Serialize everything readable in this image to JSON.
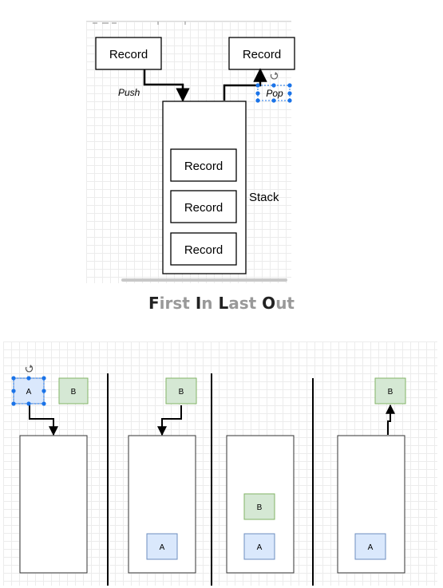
{
  "top_diagram": {
    "record_push": "Record",
    "record_pop": "Record",
    "push_label": "Push",
    "pop_label": "Pop",
    "stack_label": "Stack",
    "stack_records": [
      "Record",
      "Record",
      "Record"
    ]
  },
  "caption": {
    "f_cap": "F",
    "f_rest": "irst ",
    "i_cap": "I",
    "i_rest": "n ",
    "l_cap": "L",
    "l_rest": "ast ",
    "o_cap": "O",
    "o_rest": "ut"
  },
  "bottom_diagram": {
    "label_a": "A",
    "label_b": "B",
    "colors": {
      "a_fill": "#dae8fc",
      "a_stroke": "#6c8ebf",
      "b_fill": "#d5e8d4",
      "b_stroke": "#82b366",
      "selection": "#1a73e8"
    }
  }
}
